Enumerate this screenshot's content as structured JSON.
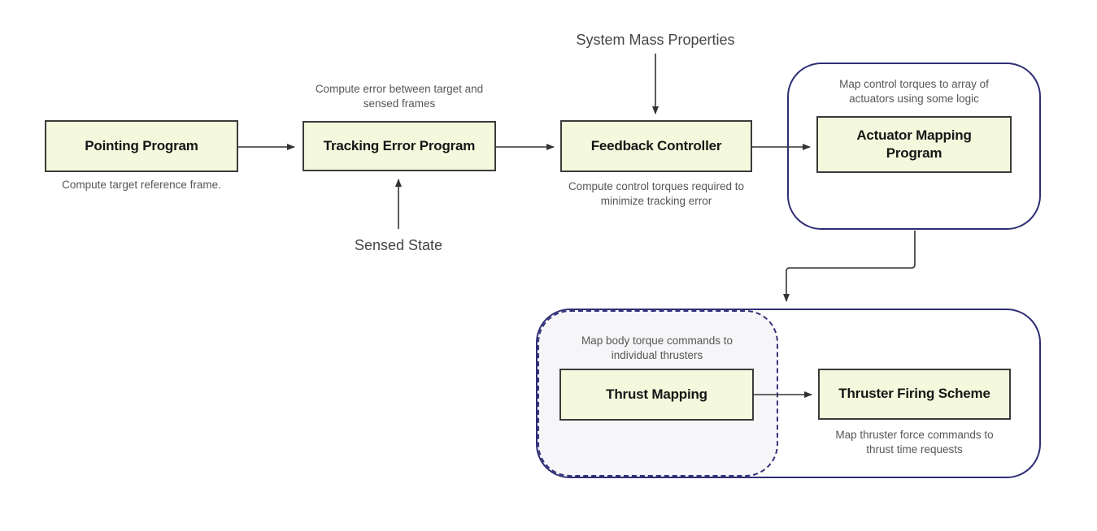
{
  "diagram": {
    "nodes": {
      "pointing_program": {
        "label": "Pointing Program",
        "caption": "Compute target reference frame."
      },
      "tracking_error_program": {
        "label": "Tracking Error Program",
        "caption": "Compute error between target and sensed frames"
      },
      "feedback_controller": {
        "label": "Feedback Controller",
        "caption": "Compute control torques required to minimize tracking error"
      },
      "actuator_mapping_program": {
        "label": "Actuator Mapping Program",
        "caption": "Map control torques to array of actuators using some logic"
      },
      "thrust_mapping": {
        "label": "Thrust Mapping",
        "caption": "Map body torque commands to individual thrusters"
      },
      "thruster_firing_scheme": {
        "label": "Thruster Firing Scheme",
        "caption": "Map thruster force commands to thrust time requests"
      }
    },
    "external_inputs": {
      "system_mass_properties": "System Mass Properties",
      "sensed_state": "Sensed State"
    },
    "colors": {
      "node_fill": "#f4f9dd",
      "node_border": "#3b3b3b",
      "node_text": "#161616",
      "container_border": "#2e2e75",
      "dashed_region_fill": "#f6f6f9",
      "arrow": "#333333",
      "caption_text": "#565656",
      "external_label_text": "#454545",
      "background": "#ffffff"
    }
  }
}
